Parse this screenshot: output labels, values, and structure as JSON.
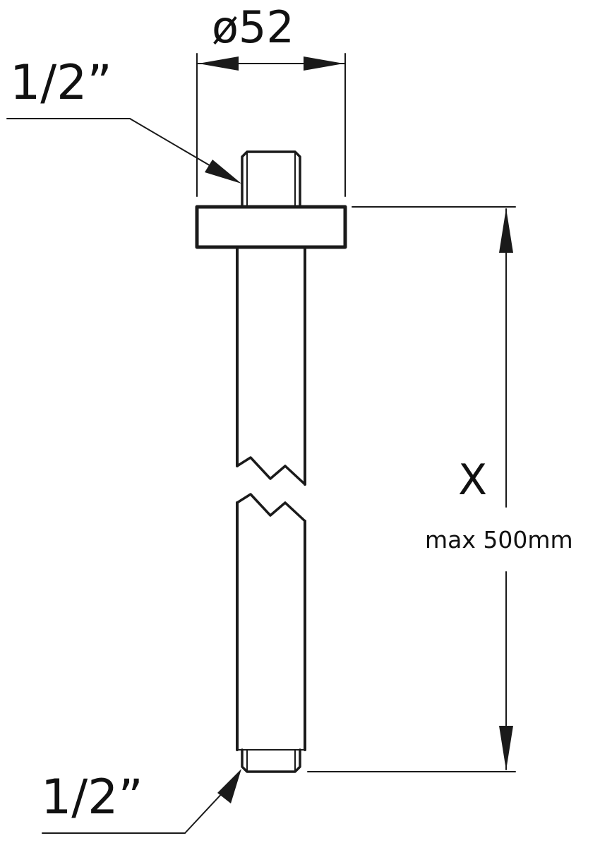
{
  "labels": {
    "diameter": "ø52",
    "thread_top": "1/2”",
    "thread_bottom": "1/2”",
    "length_symbol": "X",
    "length_limit": "max 500mm"
  },
  "colors": {
    "line": "#1a1a1a",
    "background": "#ffffff"
  }
}
